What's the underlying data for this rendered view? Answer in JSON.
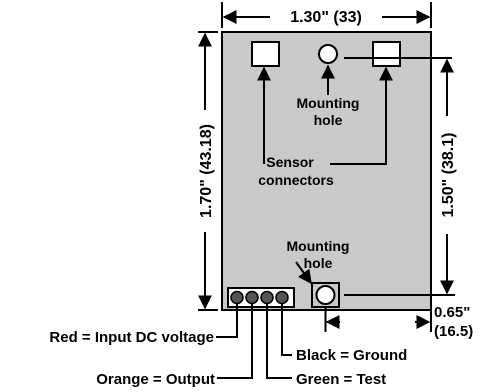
{
  "dimensions": {
    "width_top": "1.30\" (33)",
    "height_left": "1.70\" (43.18)",
    "height_right": "1.50\" (38.1)",
    "offset_value": "0.65\"",
    "offset_mm": "(16.5)"
  },
  "callouts": {
    "mounting_hole_top_line1": "Mounting",
    "mounting_hole_top_line2": "hole",
    "sensor_line1": "Sensor",
    "sensor_line2": "connectors",
    "mounting_hole_bottom_line1": "Mounting",
    "mounting_hole_bottom_line2": "hole"
  },
  "wire_labels": {
    "red": "Red = Input DC voltage",
    "orange": "Orange = Output",
    "black": "Black = Ground",
    "green": "Green = Test"
  },
  "colors": {
    "board_fill": "#c9c9c9",
    "pin_fill": "#555555",
    "line": "#000000"
  }
}
